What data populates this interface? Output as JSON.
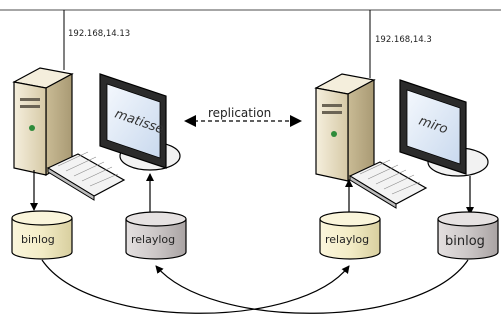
{
  "left_host": {
    "ip": "192.168,14.13",
    "screen_label": "matisse",
    "binlog_label": "binlog",
    "relaylog_label": "relaylog"
  },
  "right_host": {
    "ip": "192.168,14.3",
    "screen_label": "miro",
    "relaylog_label": "relaylog",
    "binlog_label": "binlog"
  },
  "replication_label": "replication",
  "colors": {
    "tower_light": "#efe7cf",
    "tower_shade": "#d8ccac",
    "binlog_fill": "#f3ecc6",
    "relaylog_fill": "#ccc7c7",
    "screen_fill": "#dfe9f7",
    "power_led": "#2e8b3a",
    "line": "#000000"
  }
}
